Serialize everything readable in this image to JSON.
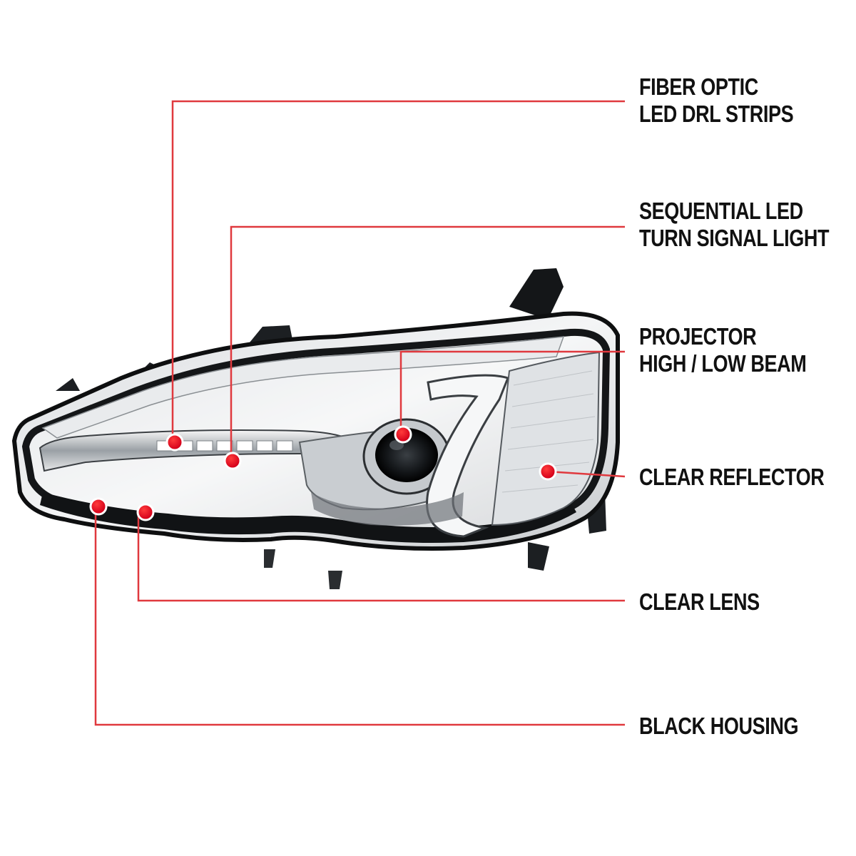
{
  "accent_color": "#e0393e",
  "callouts": [
    {
      "id": "fiber-optic",
      "line1": "FIBER OPTIC",
      "line2": "LED DRL STRIPS"
    },
    {
      "id": "sequential",
      "line1": "SEQUENTIAL LED",
      "line2": "TURN SIGNAL LIGHT"
    },
    {
      "id": "projector",
      "line1": "PROJECTOR",
      "line2": "HIGH / LOW BEAM"
    },
    {
      "id": "reflector",
      "line1": "CLEAR REFLECTOR",
      "line2": ""
    },
    {
      "id": "lens",
      "line1": "CLEAR LENS",
      "line2": ""
    },
    {
      "id": "housing",
      "line1": "BLACK HOUSING",
      "line2": ""
    }
  ]
}
